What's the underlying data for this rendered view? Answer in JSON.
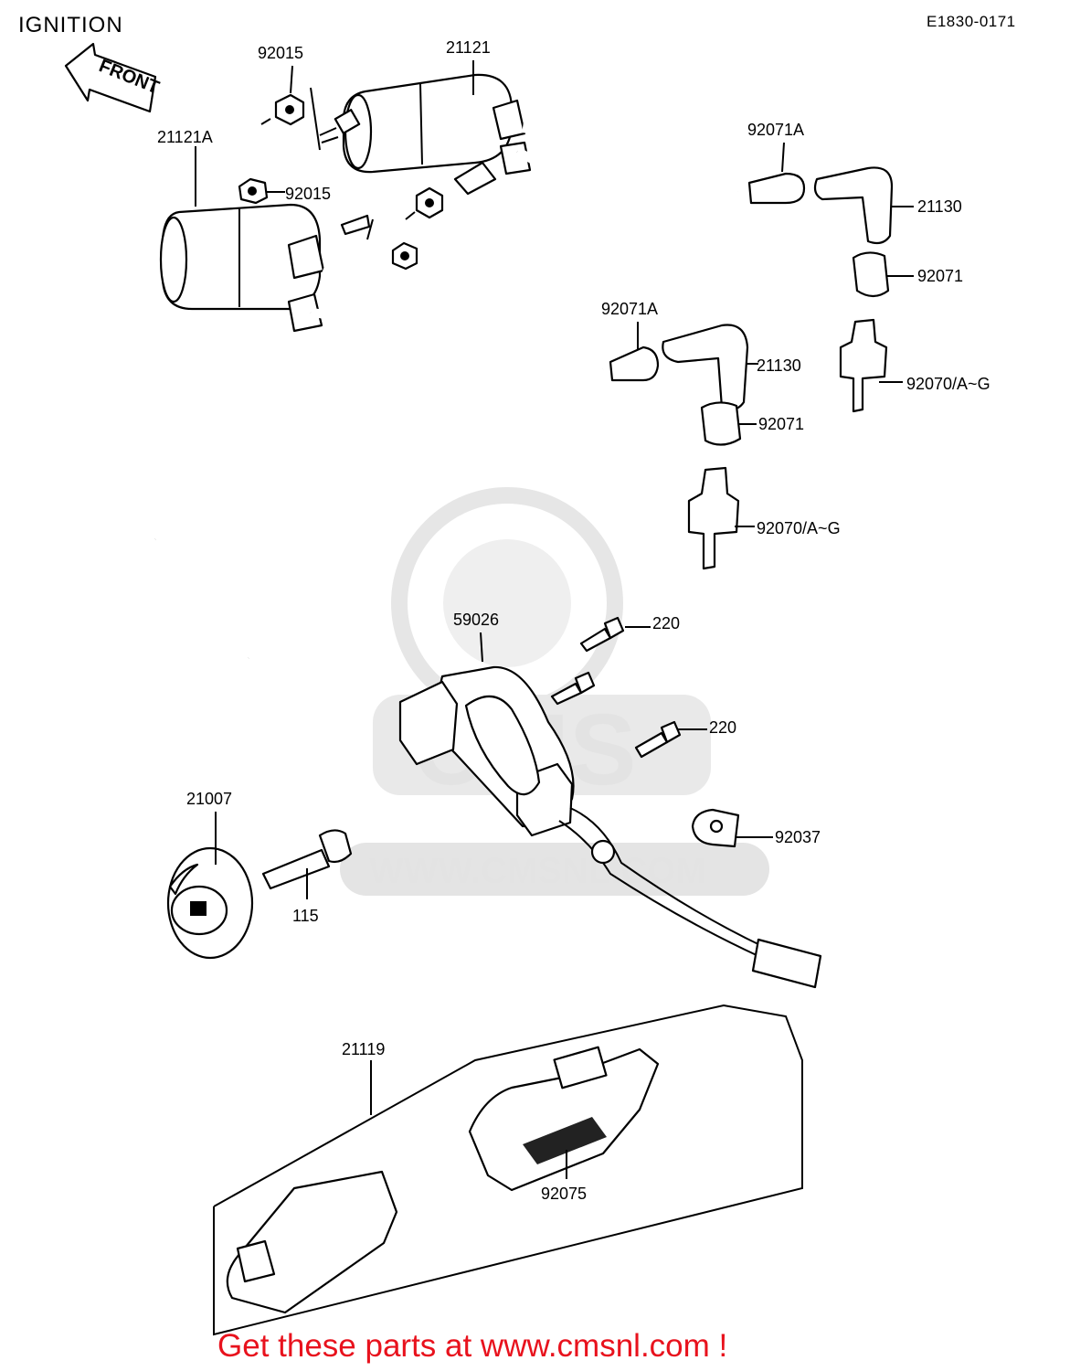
{
  "header": {
    "title": "IGNITION",
    "code": "E1830-0171"
  },
  "front_arrow": {
    "label": "FRONT"
  },
  "labels": {
    "p21121": "21121",
    "p21121a": "21121A",
    "p92015_top": "92015",
    "p92015_mid": "92015",
    "p92071a_top": "92071A",
    "p21130_top": "21130",
    "p92071_top": "92071",
    "p92070_top": "92070/A~G",
    "p92071a_mid": "92071A",
    "p21130_mid": "21130",
    "p92071_mid": "92071",
    "p92070_mid": "92070/A~G",
    "p59026": "59026",
    "p220_top": "220",
    "p220_bot": "220",
    "p21007": "21007",
    "p115": "115",
    "p92037": "92037",
    "p21119": "21119",
    "p92075": "92075"
  },
  "watermark": {
    "brand": "CMS",
    "url": "WWW.CMSNL.COM"
  },
  "footer": {
    "cta": "Get these parts at www.cmsnl.com !"
  },
  "colors": {
    "footer_text": "#e8121d",
    "line_art": "#000000",
    "watermark": "#e3e3e3"
  }
}
